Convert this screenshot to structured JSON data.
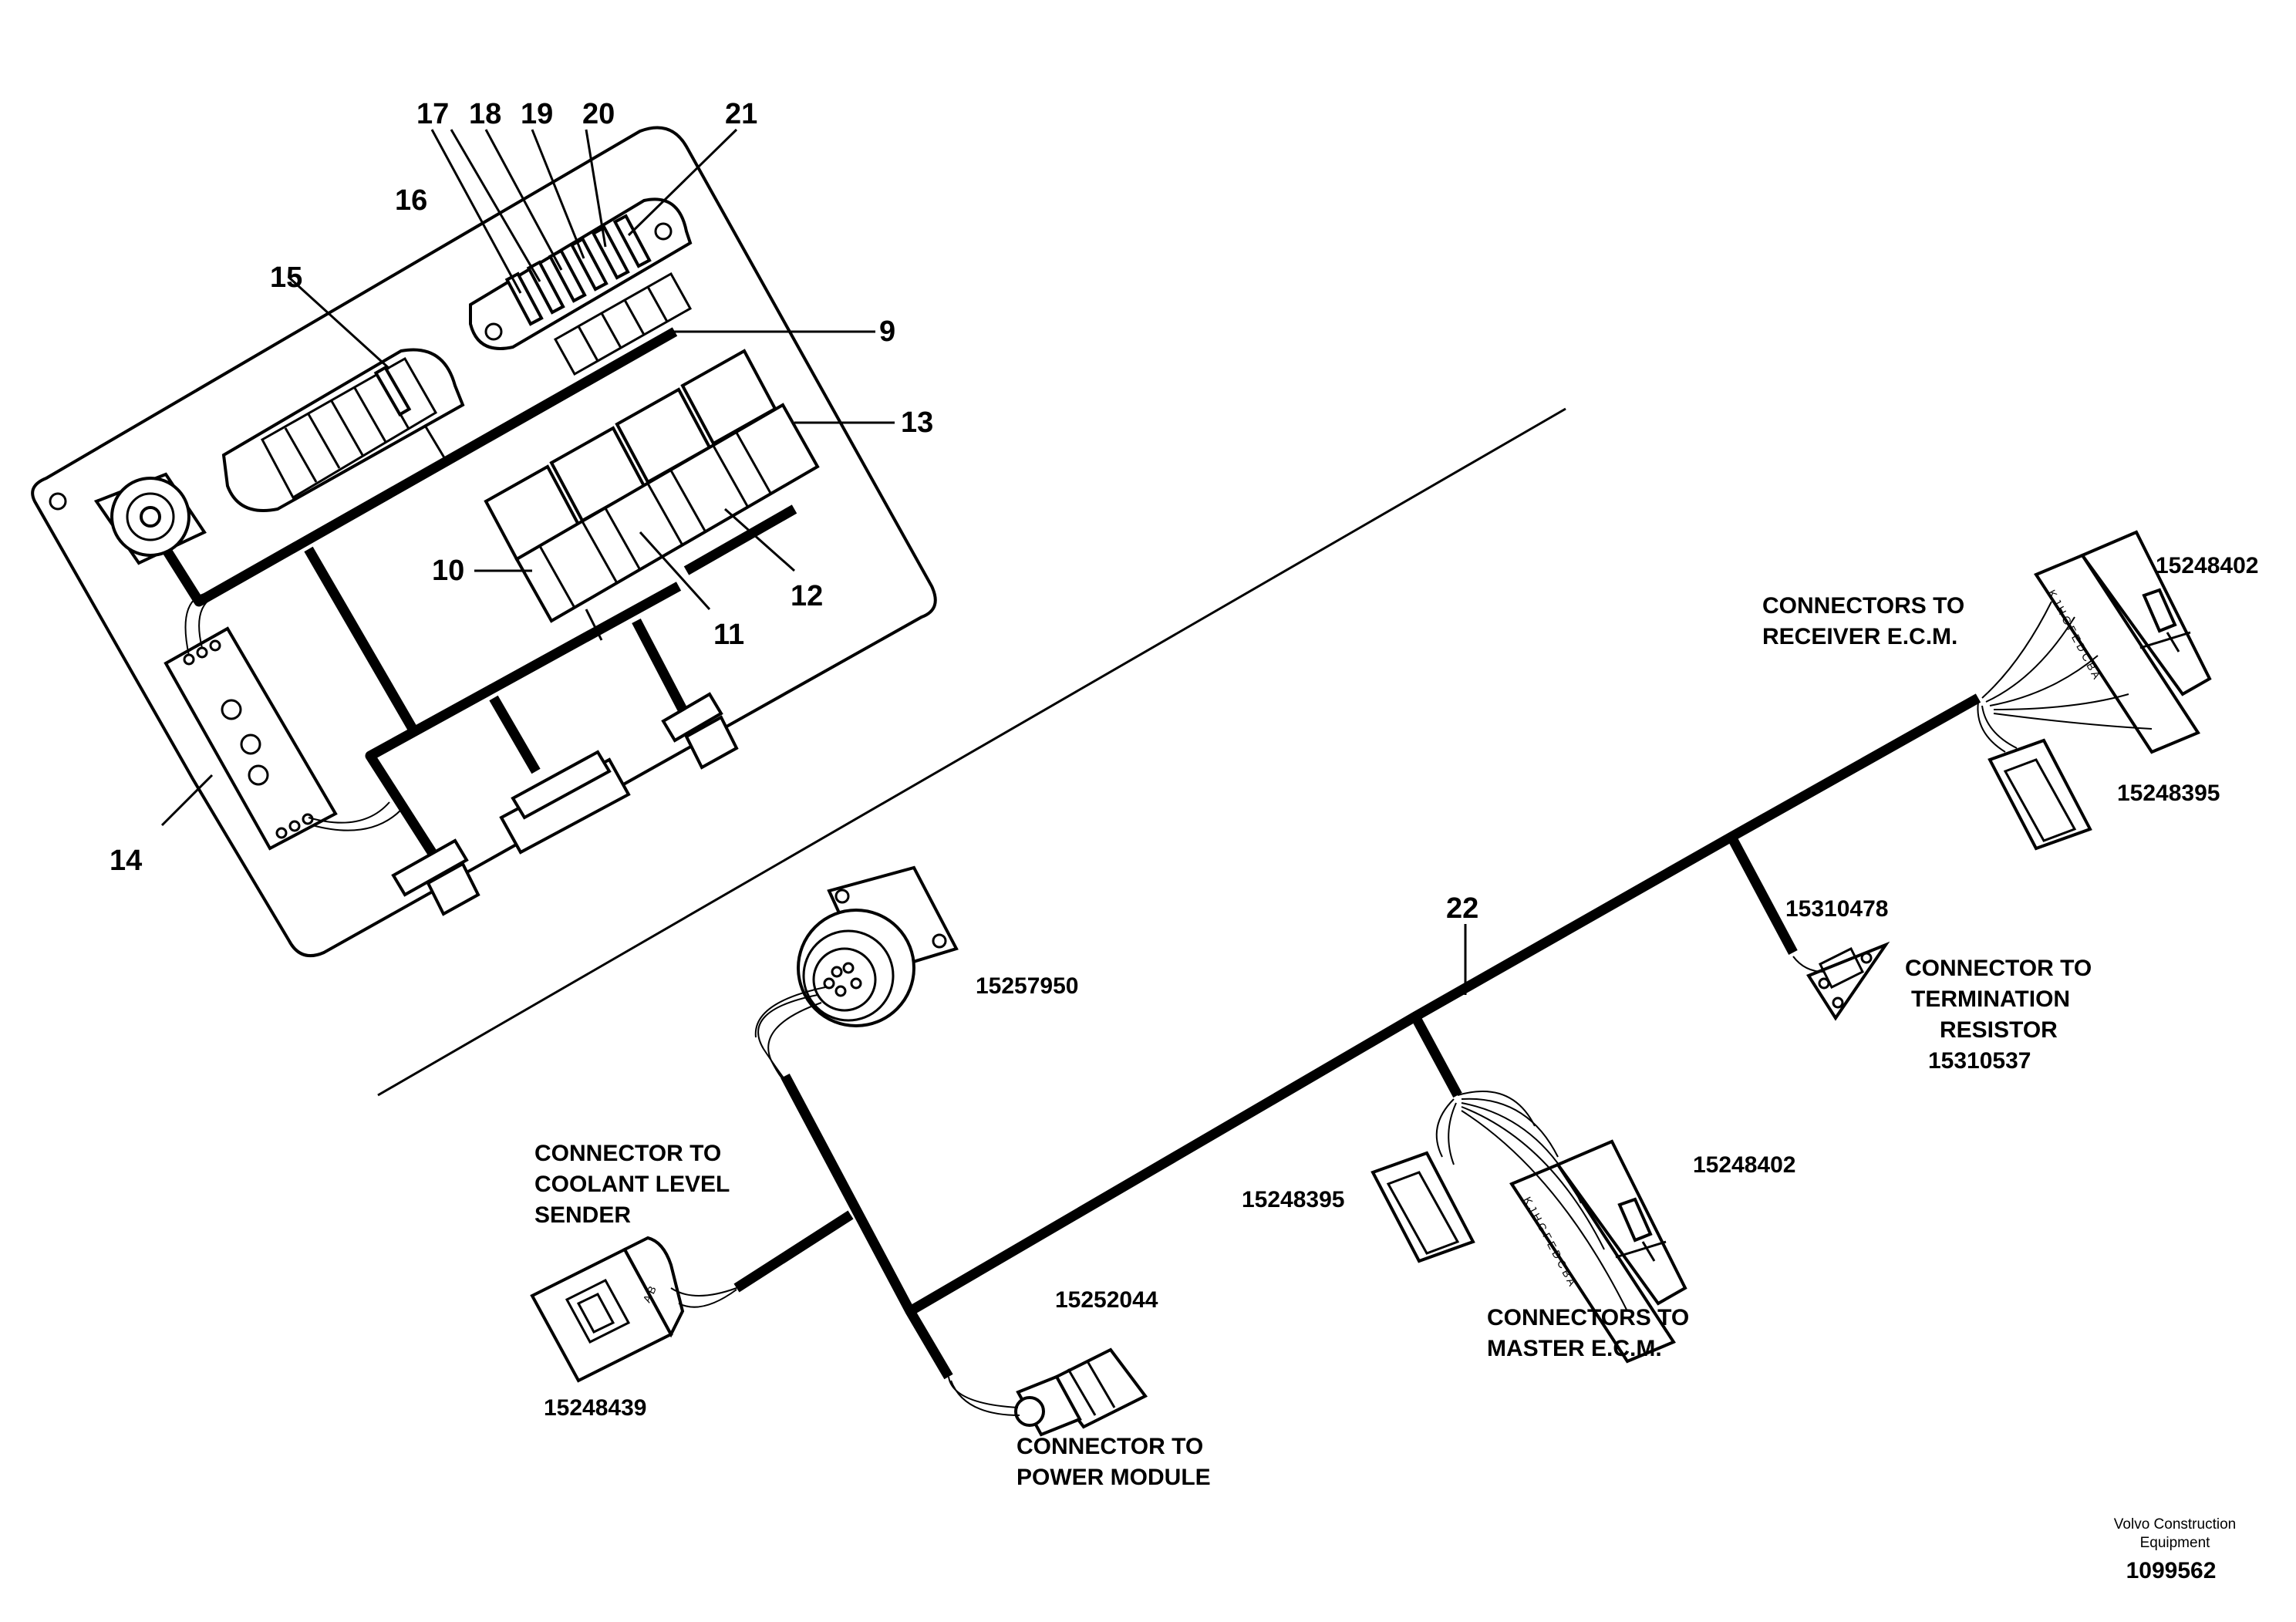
{
  "callouts": {
    "c9": "9",
    "c10": "10",
    "c11": "11",
    "c12": "12",
    "c13": "13",
    "c14": "14",
    "c15": "15",
    "c16": "16",
    "c17": "17",
    "c18": "18",
    "c19": "19",
    "c20": "20",
    "c21": "21",
    "c22": "22"
  },
  "connectors": {
    "receiver_ecm": {
      "line1": "CONNECTORS TO",
      "line2": "RECEIVER E.C.M.",
      "part_a": "15248402",
      "part_b": "15248395"
    },
    "termination": {
      "line1": "CONNECTOR TO",
      "line2": "TERMINATION",
      "line3": "RESISTOR",
      "part_label": "15310537",
      "part_lead": "15310478"
    },
    "master_ecm": {
      "line1": "CONNECTORS TO",
      "line2": "MASTER E.C.M.",
      "part_a": "15248402",
      "part_b": "15248395"
    },
    "main_round": {
      "part": "15257950"
    },
    "coolant": {
      "line1": "CONNECTOR TO",
      "line2": "COOLANT LEVEL",
      "line3": "SENDER",
      "part": "15248439"
    },
    "power_module": {
      "line1": "CONNECTOR TO",
      "line2": "POWER MODULE",
      "part": "15252044"
    }
  },
  "pins": {
    "ten_pin": "K J H G F E D C B A",
    "coolant_pins": "A B"
  },
  "footer": {
    "company_line1": "Volvo Construction",
    "company_line2": "Equipment",
    "drawing_number": "1099562"
  }
}
